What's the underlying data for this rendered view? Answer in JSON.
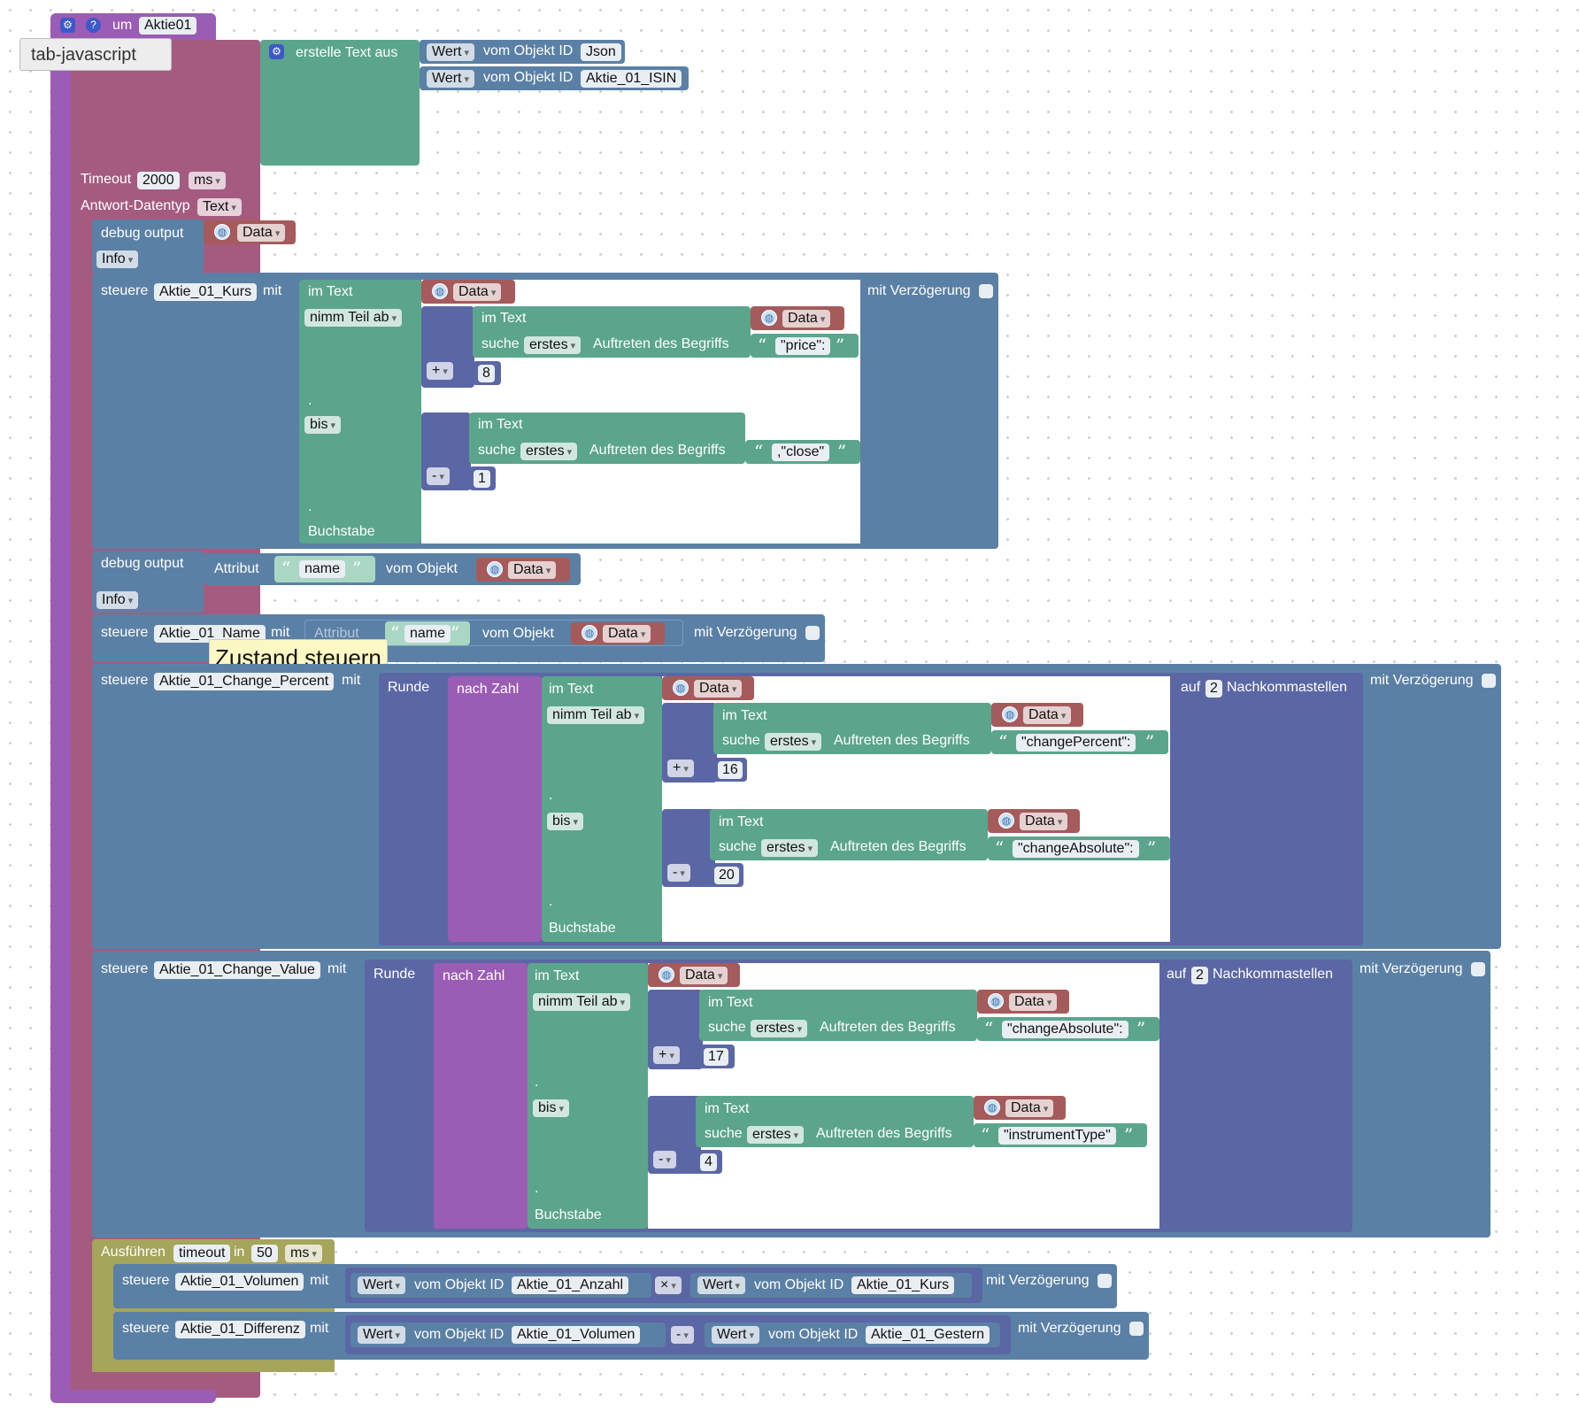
{
  "colors": {
    "function": "#a55b80",
    "event": "#9a5cb4",
    "text": "#5ba58c",
    "object": "#5b80a5",
    "math": "#5b67a5",
    "var": "#a55b5b",
    "timeout": "#a5a55b"
  },
  "top": {
    "um": "um",
    "name": "Aktie01",
    "gear_icon": "gear-icon",
    "help_icon": "help-icon"
  },
  "tooltip_tab": "tab-javascript",
  "request": {
    "erstelle": "erstelle Text aus",
    "wert": "Wert",
    "vom": "vom Objekt ID",
    "id1": "Json",
    "id2": "Aktie_01_ISIN",
    "timeout": "Timeout",
    "timeout_val": "2000",
    "unit": "ms",
    "antwort": "Antwort-Datentyp",
    "antwort_val": "Text"
  },
  "debug1": {
    "label": "debug output",
    "data": "Data",
    "level": "Info"
  },
  "kurs": {
    "steuere": "steuere",
    "target": "Aktie_01_Kurs",
    "mit": "mit",
    "imtext": "im Text",
    "data": "Data",
    "nimm": "nimm Teil ab",
    "suche": "suche",
    "erstes": "erstes",
    "auftreten": "Auftreten des Begriffs",
    "str1": "\"price\":",
    "op1": "+",
    "n1": "8",
    "bis": "bis",
    "str2": ",\"close\"",
    "op2": "-",
    "n2": "1",
    "dot": ".",
    "buchstabe": "Buchstabe",
    "delay": "mit Verzögerung"
  },
  "debug2": {
    "label": "debug output",
    "attribut": "Attribut",
    "name": "name",
    "vom": "vom Objekt",
    "data": "Data",
    "level": "Info"
  },
  "name_row": {
    "steuere": "steuere",
    "target": "Aktie_01_Name",
    "mit": "mit",
    "attribut": "Attribut",
    "name": "name",
    "vom": "vom Objekt",
    "data": "Data",
    "delay": "mit Verzögerung"
  },
  "tooltip_state": "Zustand steuern",
  "percent": {
    "steuere": "steuere",
    "target": "Aktie_01_Change_Percent",
    "mit": "mit",
    "runde": "Runde",
    "nachzahl": "nach Zahl",
    "imtext": "im Text",
    "data": "Data",
    "nimm": "nimm Teil ab",
    "suche": "suche",
    "erstes": "erstes",
    "auftreten": "Auftreten des Begriffs",
    "str1": "\"changePercent\":",
    "op1": "+",
    "n1": "16",
    "bis": "bis",
    "str2": "\"changeAbsolute\":",
    "op2": "-",
    "n2": "20",
    "dot": ".",
    "buchstabe": "Buchstabe",
    "auf": "auf",
    "digits": "2",
    "nachkomma": "Nachkommastellen",
    "delay": "mit Verzögerung"
  },
  "value": {
    "steuere": "steuere",
    "target": "Aktie_01_Change_Value",
    "mit": "mit",
    "runde": "Runde",
    "nachzahl": "nach Zahl",
    "imtext": "im Text",
    "data": "Data",
    "nimm": "nimm Teil ab",
    "suche": "suche",
    "erstes": "erstes",
    "auftreten": "Auftreten des Begriffs",
    "str1": "\"changeAbsolute\":",
    "op1": "+",
    "n1": "17",
    "bis": "bis",
    "str2": "\"instrumentType\"",
    "op2": "-",
    "n2": "4",
    "dot": ".",
    "buchstabe": "Buchstabe",
    "auf": "auf",
    "digits": "2",
    "nachkomma": "Nachkommastellen",
    "delay": "mit Verzögerung"
  },
  "ausfuehren": {
    "label": "Ausführen",
    "timeout": "timeout",
    "in": "in",
    "val": "50",
    "unit": "ms"
  },
  "volumen": {
    "steuere": "steuere",
    "target": "Aktie_01_Volumen",
    "mit": "mit",
    "wert": "Wert",
    "vom": "vom Objekt ID",
    "a": "Aktie_01_Anzahl",
    "op": "×",
    "b": "Aktie_01_Kurs",
    "delay": "mit Verzögerung"
  },
  "differenz": {
    "steuere": "steuere",
    "target": "Aktie_01_Differenz",
    "mit": "mit",
    "wert": "Wert",
    "vom": "vom Objekt ID",
    "a": "Aktie_01_Volumen",
    "op": "-",
    "b": "Aktie_01_Gestern",
    "delay": "mit Verzögerung"
  }
}
